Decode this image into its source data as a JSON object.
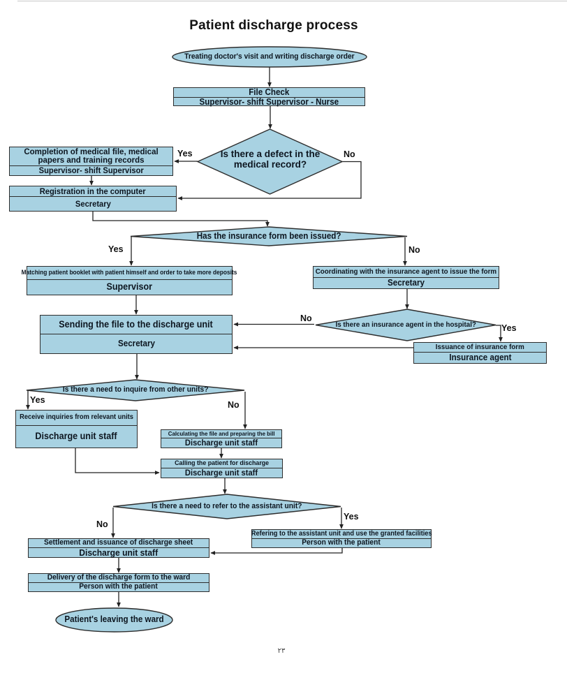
{
  "title": "Patient discharge process",
  "page_number": "٢٣",
  "colors": {
    "node_fill": "#a8d2e2",
    "node_border": "#2d2d2d",
    "arrow": "#222222",
    "text": "#0d1620"
  },
  "nodes": {
    "start": {
      "label": "Treating doctor's visit and writing discharge order"
    },
    "file_check": {
      "task": "File Check",
      "role": "Supervisor-  shift Supervisor - Nurse"
    },
    "completion": {
      "task": "Completion of medical file, medical papers and training records",
      "role": "Supervisor-  shift Supervisor"
    },
    "registration": {
      "task": "Registration in the computer",
      "role": "Secretary"
    },
    "matching": {
      "task": "Matching patient booklet with patient himself and order to take more deposits",
      "role": "Supervisor"
    },
    "coordinating": {
      "task": "Coordinating with the insurance agent to issue the form",
      "role": "Secretary"
    },
    "sending": {
      "task": "Sending the file to the discharge unit",
      "role": "Secretary"
    },
    "issuance": {
      "task": "Issuance of insurance form",
      "role": "Insurance agent"
    },
    "receive": {
      "task": "Receive inquiries from relevant units",
      "role": "Discharge unit staff"
    },
    "calculating": {
      "task": "Calculating the file and preparing the bill",
      "role": "Discharge unit staff"
    },
    "calling": {
      "task": "Calling the patient for discharge",
      "role": "Discharge unit staff"
    },
    "refering": {
      "task": "Refering to the assistant  unit and use the granted facilities",
      "role": "Person with the patient"
    },
    "settlement": {
      "task": "Settlement and issuance of discharge sheet",
      "role": "Discharge unit staff"
    },
    "delivery": {
      "task": "Delivery of the discharge form to the  ward",
      "role": "Person with the patient"
    },
    "end": {
      "label": "Patient's leaving the ward"
    }
  },
  "decisions": {
    "defect": {
      "question": "Is there a defect in the medical record?",
      "yes": "Yes",
      "no": "No"
    },
    "insurance_form": {
      "question": "Has the insurance form been issued?",
      "yes": "Yes",
      "no": "No"
    },
    "insurance_agent": {
      "question": "Is there an insurance agent in the hospital?",
      "yes": "Yes",
      "no": "No"
    },
    "inquire": {
      "question": "Is there a need to inquire from other units?",
      "yes": "Yes",
      "no": "No"
    },
    "assistant": {
      "question": "Is there a need to refer to the assistant unit?",
      "yes": "Yes",
      "no": "No"
    }
  }
}
